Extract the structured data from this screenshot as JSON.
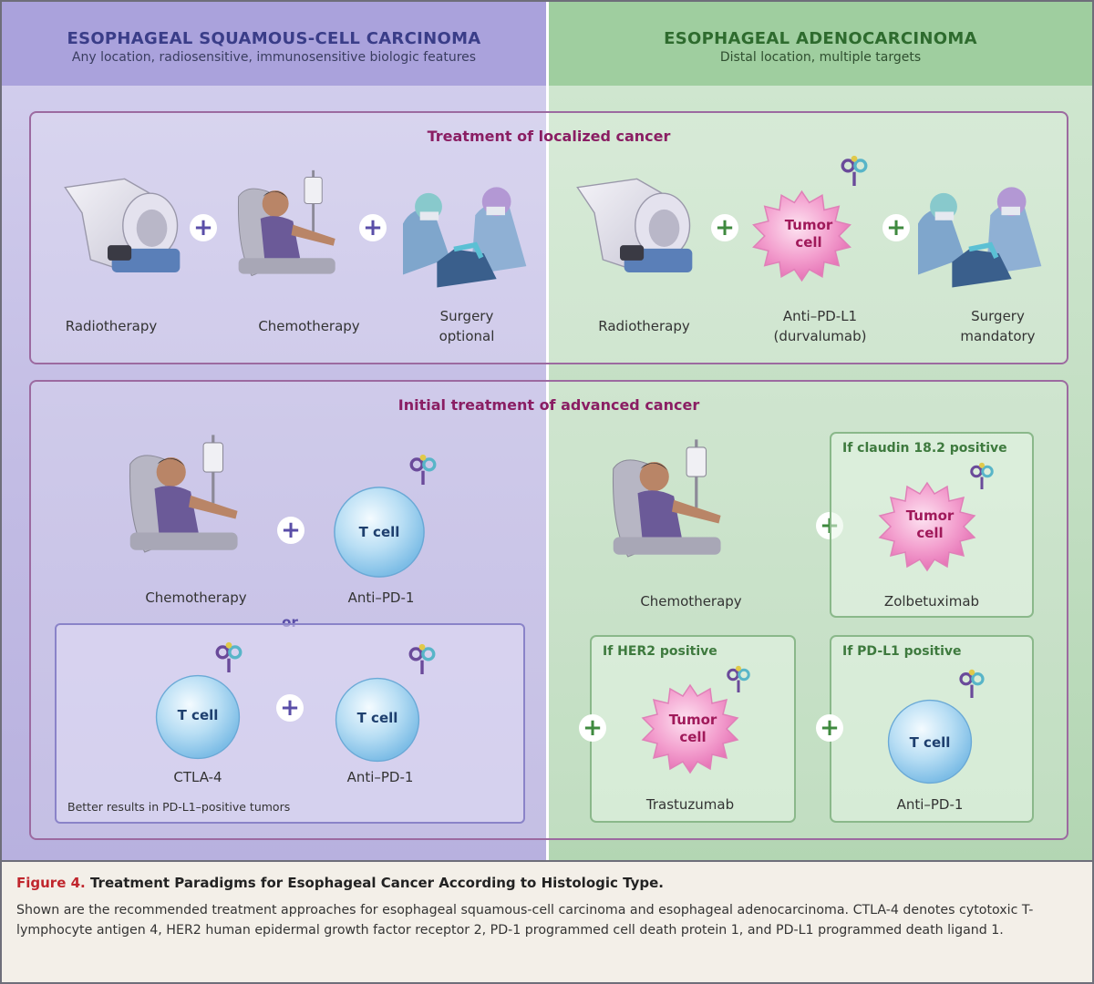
{
  "left": {
    "title": "ESOPHAGEAL SQUAMOUS-CELL CARCINOMA",
    "subtitle": "Any location, radiosensitive, immunosensitive biologic features",
    "localized": [
      {
        "label": "Radiotherapy"
      },
      {
        "label": "Chemotherapy"
      },
      {
        "label": "Surgery\noptional"
      }
    ],
    "advanced": {
      "items": [
        {
          "label": "Chemotherapy"
        },
        {
          "label": "Anti–PD-1"
        }
      ],
      "or_label": "or",
      "alt_items": [
        {
          "label": "CTLA-4"
        },
        {
          "label": "Anti–PD-1"
        }
      ],
      "alt_note": "Better results in PD-L1–positive tumors"
    }
  },
  "right": {
    "title": "ESOPHAGEAL ADENOCARCINOMA",
    "subtitle": "Distal location, multiple targets",
    "localized": [
      {
        "label": "Radiotherapy"
      },
      {
        "label": "Anti–PD-L1\n(durvalumab)"
      },
      {
        "label": "Surgery\nmandatory"
      }
    ],
    "advanced": {
      "chemo_label": "Chemotherapy",
      "boxes": [
        {
          "title": "If claudin 18.2 positive",
          "label": "Zolbetuximab"
        },
        {
          "title": "If HER2 positive",
          "label": "Trastuzumab"
        },
        {
          "title": "If PD-L1 positive",
          "label": "Anti–PD-1"
        }
      ]
    }
  },
  "panels": {
    "localized_title": "Treatment of localized cancer",
    "advanced_title": "Initial treatment of advanced cancer"
  },
  "cells": {
    "tumor": "Tumor\ncell",
    "tcell": "T cell"
  },
  "caption": {
    "figure": "Figure 4.",
    "title": "Treatment Paradigms for Esophageal Cancer According to Histologic Type.",
    "body": "Shown are the recommended treatment approaches for esophageal squamous-cell carcinoma and esophageal adenocarcinoma. CTLA-4 denotes cytotoxic T-lymphocyte antigen 4, HER2 human epidermal growth factor receptor 2, PD-1 programmed cell death protein 1, and PD-L1 programmed death ligand 1."
  },
  "colors": {
    "magenta_title": "#8a1e63",
    "caption_red": "#c0262d",
    "purple": "#5a4ea8",
    "green": "#3f8a3f"
  }
}
